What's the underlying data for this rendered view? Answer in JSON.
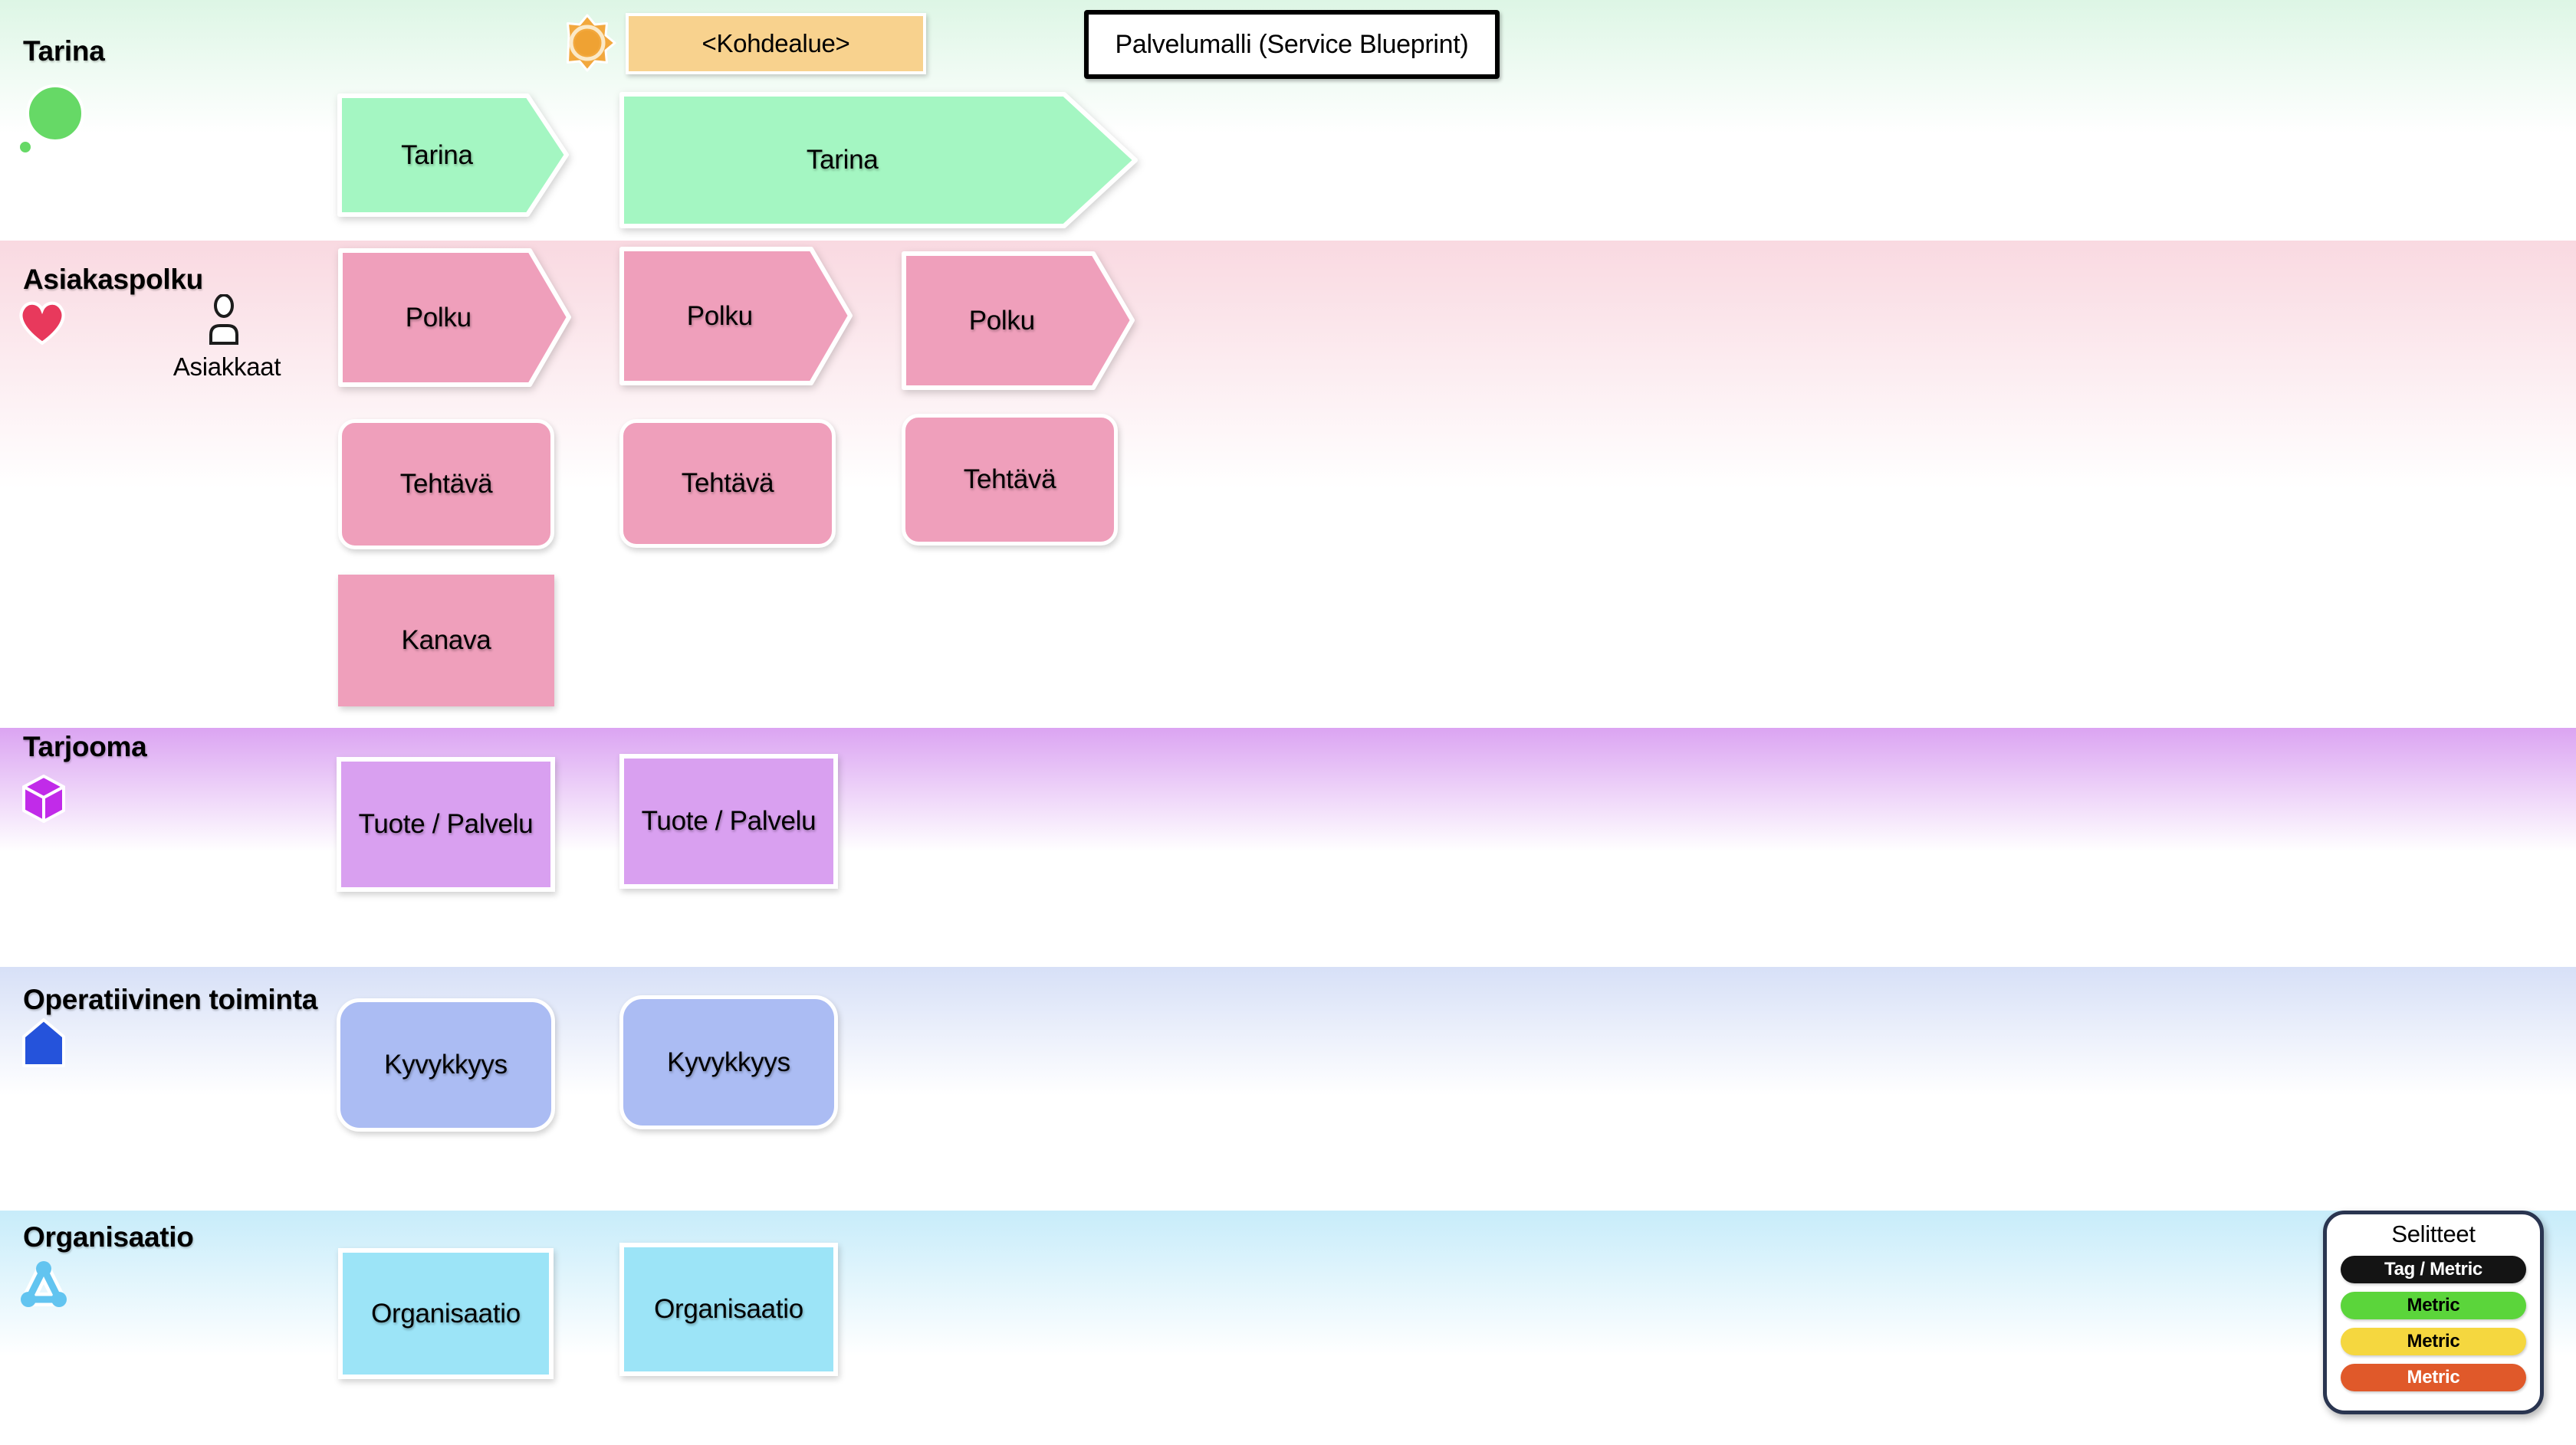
{
  "header": {
    "kohdealue_label": "<Kohdealue>",
    "title": "Palvelumalli (Service Blueprint)"
  },
  "lanes": {
    "tarina": {
      "label": "Tarina",
      "arrows": [
        "Tarina",
        "Tarina"
      ]
    },
    "asiakaspolku": {
      "label": "Asiakaspolku",
      "customers_label": "Asiakkaat",
      "polku": [
        "Polku",
        "Polku",
        "Polku"
      ],
      "tehtava": [
        "Tehtävä",
        "Tehtävä",
        "Tehtävä"
      ],
      "kanava": "Kanava"
    },
    "tarjooma": {
      "label": "Tarjooma",
      "tuote": [
        "Tuote / Palvelu",
        "Tuote / Palvelu"
      ]
    },
    "operatiivinen": {
      "label": "Operatiivinen toiminta",
      "kyvykkyys": [
        "Kyvykkyys",
        "Kyvykkyys"
      ]
    },
    "organisaatio": {
      "label": "Organisaatio",
      "boxes": [
        "Organisaatio",
        "Organisaatio"
      ]
    }
  },
  "legend": {
    "title": "Selitteet",
    "items": [
      {
        "label": "Tag / Metric",
        "bg": "#141414",
        "fg": "#ffffff"
      },
      {
        "label": "Metric",
        "bg": "#5BD53B",
        "fg": "#000000"
      },
      {
        "label": "Metric",
        "bg": "#F5D73F",
        "fg": "#000000"
      },
      {
        "label": "Metric",
        "bg": "#E0592A",
        "fg": "#ffffff"
      }
    ]
  },
  "icons": {
    "sun": "sun-icon",
    "tarina": "speech-bubble-icon",
    "asiakaspolku": "heart-icon",
    "customers": "person-icon",
    "tarjooma": "cube-icon",
    "operatiivinen": "home-icon",
    "organisaatio": "network-icon"
  },
  "colors": {
    "band_tarina": "#DDF6E5",
    "band_asiakaspolku": "#F9D9E1",
    "band_tarjooma": "#DBA4F2",
    "band_operatiivinen": "#D7E0F7",
    "band_organisaatio": "#C7ECFA",
    "shape_tarina": "#A4F6C2",
    "shape_asiakaspolku": "#EF9FBB",
    "shape_tarjooma": "#D9A0F0",
    "shape_operatiivinen": "#ABBCF3",
    "shape_organisaatio": "#9CE4F7",
    "kohdealue_bg": "#F8D28E",
    "legend_border": "#2A3550"
  }
}
